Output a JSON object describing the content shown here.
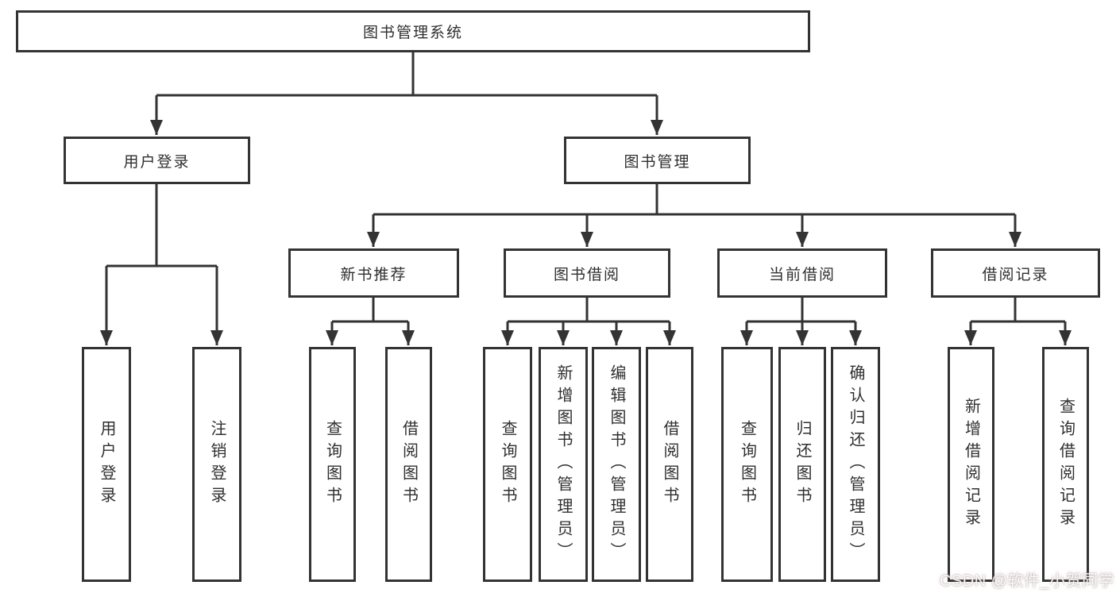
{
  "tree": {
    "root": {
      "label": "图书管理系统"
    },
    "user_login": {
      "label": "用户登录",
      "leaves": [
        {
          "label": "用户登录"
        },
        {
          "label": "注销登录"
        }
      ]
    },
    "book_management": {
      "label": "图书管理",
      "sections": [
        {
          "label": "新书推荐",
          "leaves": [
            {
              "label": "查询图书"
            },
            {
              "label": "借阅图书"
            }
          ]
        },
        {
          "label": "图书借阅",
          "leaves": [
            {
              "label": "查询图书"
            },
            {
              "label": "新增图书（管理员）"
            },
            {
              "label": "编辑图书（管理员）"
            },
            {
              "label": "借阅图书"
            }
          ]
        },
        {
          "label": "当前借阅",
          "leaves": [
            {
              "label": "查询图书"
            },
            {
              "label": "归还图书"
            },
            {
              "label": "确认归还（管理员）"
            }
          ]
        },
        {
          "label": "借阅记录",
          "leaves": [
            {
              "label": "新增借阅记录"
            },
            {
              "label": "查询借阅记录"
            }
          ]
        }
      ]
    }
  },
  "watermark": {
    "text": "CSDN @软件_小贺同学"
  },
  "colors": {
    "line": "#333333",
    "text": "#2f2f2f",
    "background": "#ffffff",
    "watermark_text": "#ffffff"
  }
}
